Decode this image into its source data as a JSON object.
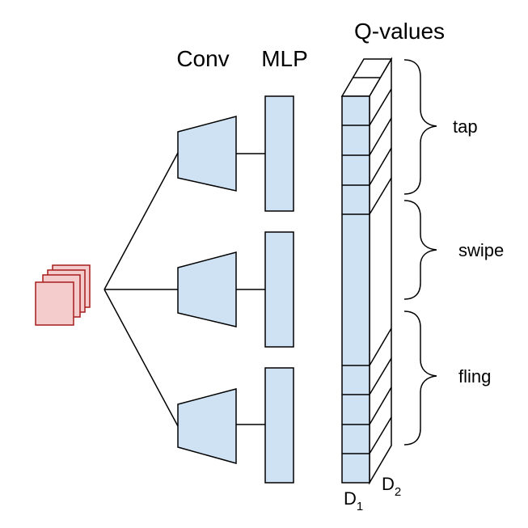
{
  "labels": {
    "conv": "Conv",
    "mlp": "MLP",
    "qvalues": "Q-values",
    "tap": "tap",
    "swipe": "swipe",
    "fling": "fling",
    "d1_base": "D",
    "d1_sub": "1",
    "d2_base": "D",
    "d2_sub": "2"
  },
  "colors": {
    "input_fill": "#f4cccc",
    "input_stroke": "#a61c1c",
    "block_fill": "#cfe2f3",
    "line": "#000000"
  }
}
